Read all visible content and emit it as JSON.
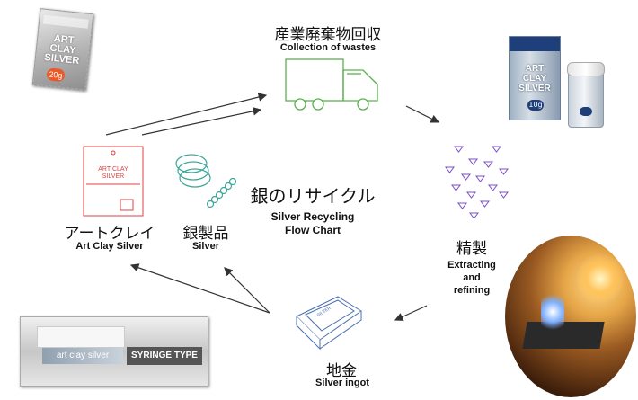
{
  "title": {
    "jp": "銀のリサイクル",
    "en_line1": "Silver Recycling",
    "en_line2": "Flow Chart"
  },
  "nodes": {
    "waste": {
      "jp": "産業廃棄物回収",
      "en": "Collection of wastes"
    },
    "refine": {
      "jp": "精製",
      "en_line1": "Extracting",
      "en_line2": "and",
      "en_line3": "refining"
    },
    "ingot": {
      "jp": "地金",
      "en": "Silver ingot",
      "stamp": "SILVER"
    },
    "clay": {
      "jp": "アートクレイ",
      "en": "Art Clay Silver"
    },
    "silver": {
      "jp": "銀製品",
      "en": "Silver"
    }
  },
  "products": {
    "pack_top_left": {
      "brand_line1": "ART",
      "brand_line2": "CLAY",
      "brand_line3": "SILVER",
      "weight": "20g"
    },
    "box_top_right": {
      "brand_line1": "ART",
      "brand_line2": "CLAY",
      "brand_line3": "SILVER",
      "weight": "10g"
    },
    "syringe_pack": {
      "brand": "art clay silver",
      "type": "SYRINGE TYPE"
    },
    "clay_package": {
      "brand_line1": "ART CLAY",
      "brand_line2": "SILVER"
    }
  },
  "colors": {
    "truck": "#5ab04e",
    "triangles": "#7a4fc8",
    "clay_outline": "#e04040",
    "rings": "#3fa69a",
    "ingot": "#4a6fb0",
    "arrow": "#333333"
  }
}
